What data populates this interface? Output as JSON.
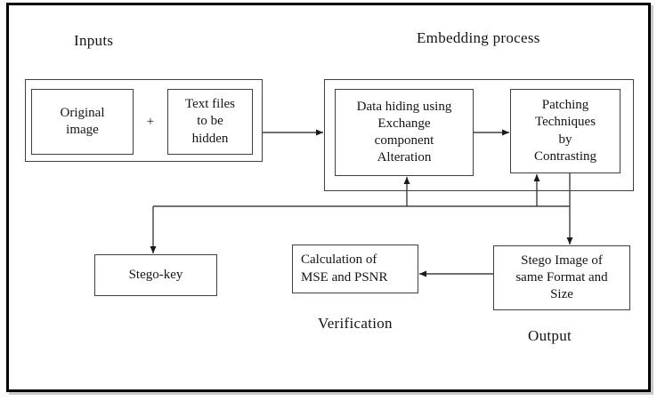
{
  "colors": {
    "background": "#ffffff",
    "frame_border": "#000000",
    "box_border": "#404040",
    "text": "#141414",
    "connector": "#404040"
  },
  "labels": {
    "inputs": "Inputs",
    "embedding_process": "Embedding process",
    "verification": "Verification",
    "output": "Output"
  },
  "nodes": {
    "original_image": {
      "label": "Original\nimage"
    },
    "plus_sign": {
      "label": "+"
    },
    "text_files": {
      "label": "Text files\nto be\nhidden"
    },
    "data_hiding": {
      "label": "Data hiding using\nExchange\ncomponent\nAlteration"
    },
    "patching": {
      "label": "Patching\nTechniques\nby\nContrasting"
    },
    "stego_key": {
      "label": "Stego-key"
    },
    "calculation": {
      "label": "Calculation of\nMSE and PSNR"
    },
    "stego_image": {
      "label": "Stego Image of\nsame Format and\nSize"
    }
  }
}
